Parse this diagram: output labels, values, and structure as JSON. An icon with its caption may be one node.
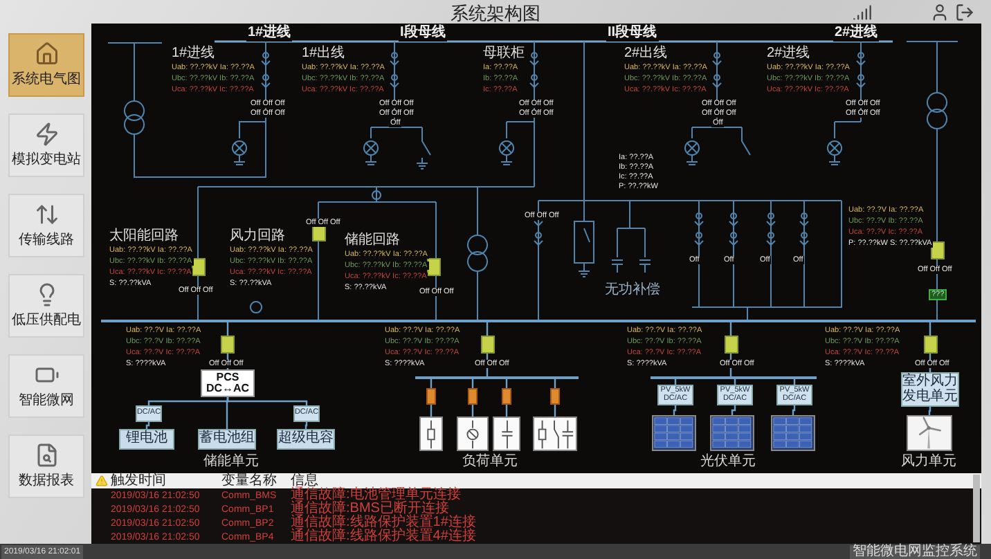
{
  "diagram": {
    "title": "系统架构图",
    "nodes": [
      {
        "text": [],
        "shape": "bar"
      },
      {
        "text": [
          "PCS DC↔AC"
        ]
      },
      {
        "text": [
          "DC/AC"
        ]
      },
      {
        "text": [
          "DC/AC"
        ]
      },
      {
        "text": [
          "锂电池"
        ]
      },
      {
        "text": [
          "蓄电池组"
        ]
      },
      {
        "text": [
          "超级电容"
        ]
      },
      {
        "text": [],
        "shape": "bar"
      },
      {
        "text": [],
        "shape": "box"
      },
      {
        "text": [],
        "shape": "box"
      },
      {
        "text": [],
        "shape": "box"
      },
      {
        "text": [],
        "shape": "box"
      },
      {
        "text": [],
        "shape": "bar"
      },
      {
        "text": [
          "PV_5kW DC/AC"
        ]
      },
      {
        "text": [
          "PV_5kW DC/AC"
        ]
      },
      {
        "text": [
          "PV_5kW DC/AC"
        ]
      },
      {
        "text": [],
        "shape": "picture"
      },
      {
        "text": [],
        "shape": "picture"
      },
      {
        "text": [],
        "shape": "picture"
      },
      {
        "text": [
          "室外风力发电单元"
        ]
      },
      {
        "text": [],
        "shape": "picture"
      }
    ],
    "edges": [
      {
        "from": 0,
        "to": 1,
        "arrow": "none"
      },
      {
        "from": 1,
        "to": 2,
        "arrow": "none"
      },
      {
        "from": 1,
        "to": 5,
        "arrow": "none"
      },
      {
        "from": 1,
        "to": 3,
        "arrow": "none"
      },
      {
        "from": 2,
        "to": 4,
        "arrow": "none"
      },
      {
        "from": 3,
        "to": 6,
        "arrow": "none"
      },
      {
        "from": 0,
        "to": 7,
        "arrow": "none"
      },
      {
        "from": 7,
        "to": 8,
        "arrow": "none"
      },
      {
        "from": 7,
        "to": 9,
        "arrow": "none"
      },
      {
        "from": 7,
        "to": 10,
        "arrow": "none"
      },
      {
        "from": 7,
        "to": 11,
        "arrow": "none"
      },
      {
        "from": 0,
        "to": 12,
        "arrow": "none"
      },
      {
        "from": 12,
        "to": 13,
        "arrow": "none"
      },
      {
        "from": 12,
        "to": 14,
        "arrow": "none"
      },
      {
        "from": 12,
        "to": 15,
        "arrow": "none"
      },
      {
        "from": 13,
        "to": 16,
        "arrow": "none"
      },
      {
        "from": 14,
        "to": 17,
        "arrow": "none"
      },
      {
        "from": 15,
        "to": 18,
        "arrow": "none"
      },
      {
        "from": 0,
        "to": 19,
        "arrow": "none"
      },
      {
        "from": 19,
        "to": 20,
        "arrow": "none"
      }
    ],
    "labels": [
      "系统电气图",
      "模拟变电站",
      "传输线路",
      "低压供配电",
      "智能微网",
      "数据报表",
      "1#进线",
      "I段母线",
      "II段母线",
      "2#进线",
      "1#进线",
      "Uab: ??.??kV Ia: ??.??A",
      "Ubc: ??.??kV Ib: ??.??A",
      "Uca: ??.??kV Ic: ??.??A",
      "1#出线",
      "Uab: ??.??kV Ia: ??.??A",
      "Ubc: ??.??kV Ib: ??.??A",
      "Uca: ??.??kV Ic: ??.??A",
      "母联柜",
      "Ia: ??.??A",
      "Ib: ??.??A",
      "Ic: ??.??A",
      "2#出线",
      "Uab: ??.??kV Ia: ??.??A",
      "Ubc: ??.??kV Ib: ??.??A",
      "Uca: ??.??kV Ic: ??.??A",
      "2#进线",
      "Uab: ??.??kV Ia: ??.??A",
      "Ubc: ??.??kV Ib: ??.??A",
      "Uca: ??.??kV Ic: ??.??A",
      "Off Off Off",
      "Off Off Off",
      "Off Off Off",
      "Off Off Off",
      "Off",
      "Off Off Off",
      "Off Off Off",
      "Off Off Off",
      "Off Off Off",
      "Off",
      "Off Off Off",
      "Off Off Off",
      "Ia: ??.??A",
      "Ib: ??.??A",
      "Ic: ??.??A",
      "P: ??.??kW",
      "太阳能回路",
      "Uab: ??.??kV Ia: ??.??A",
      "Ubc: ??.??kV Ib: ??.??A",
      "Uca: ??.??kV Ic: ??.??A",
      "S: ??.??kVA",
      "风力回路",
      "Uab: ??.??kV Ia: ??.??A",
      "Ubc: ??.??kV Ib: ??.??A",
      "Uca: ??.??kV Ic: ??.??A",
      "S: ??.??kVA",
      "储能回路",
      "Uab: ??.??kV Ia: ??.??A",
      "Ubc: ??.??kV Ib: ??.??A",
      "Uca: ??.??kV Ic: ??.??A",
      "S: ??.??kVA",
      "Off Off Off",
      "Off Off Off",
      "Off Off Off",
      "Off Off Off",
      "Off",
      "Off",
      "Off",
      "Off",
      "Off Off Off",
      "无功补偿",
      "Uab: ??.?V Ia: ??.??A",
      "Ubc: ??.?V Ib: ??.??A",
      "Uca: ??.?V Ic: ??.??A",
      "P: ??.??kW S: ??.??kVA",
      "???",
      "Uab: ??.?V Ia: ??.??A",
      "Ubc: ??.?V Ib: ??.??A",
      "Uca: ??.?V Ic: ??.??A",
      "S: ????kVA",
      "Off Off Off",
      "Uab: ??.?V Ia: ??.??A",
      "Ubc: ??.?V Ib: ??.??A",
      "Uca: ??.?V Ic: ??.??A",
      "S: ????kVA",
      "Off Off Off",
      "Uab: ??.?V Ia: ??.??A",
      "Ubc: ??.?V Ib: ??.??A",
      "Uca: ??.?V Ic: ??.??A",
      "S: ????kVA",
      "Off Off Off",
      "Uab: ??.?V Ia: ??.??A",
      "Ubc: ??.?V Ib: ??.??A",
      "Uca: ??.?V Ic: ??.??A",
      "S: ????kVA",
      "Off Off Off",
      "储能单元",
      "负荷单元",
      "光伏单元",
      "风力单元",
      "触发时间",
      "变量名称",
      "信息",
      "2019/03/16 21:02:50",
      "Comm_BMS",
      "通信故障:电池管理单元连接",
      "2019/03/16 21:02:50",
      "Comm_BP1",
      "通信故障:BMS已断开连接",
      "2019/03/16 21:02:50",
      "Comm_BP2",
      "通信故障:线路保护装置1#连接",
      "2019/03/16 21:02:50",
      "Comm_BP4",
      "通信故障:线路保护装置4#连接",
      "2019/03/16 21:02:01",
      "智能微电网监控系统"
    ]
  }
}
